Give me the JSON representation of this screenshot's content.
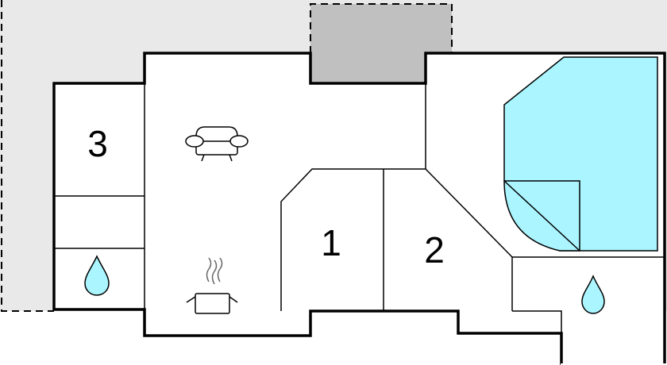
{
  "floorplan": {
    "rooms": [
      {
        "label": "3"
      },
      {
        "label": "1"
      },
      {
        "label": "2"
      }
    ],
    "icons": {
      "sofa": "sofa-icon",
      "kitchen": "cooking-pot-icon",
      "bathroom_left": "water-drop-icon",
      "bathroom_right": "water-drop-icon",
      "pool": "swimming-pool-icon"
    },
    "colors": {
      "terrace": "#e9e9e9",
      "carport": "#c0c0c0",
      "pool": "#aaf5ff",
      "walls": "#000000",
      "floor": "#ffffff"
    }
  }
}
